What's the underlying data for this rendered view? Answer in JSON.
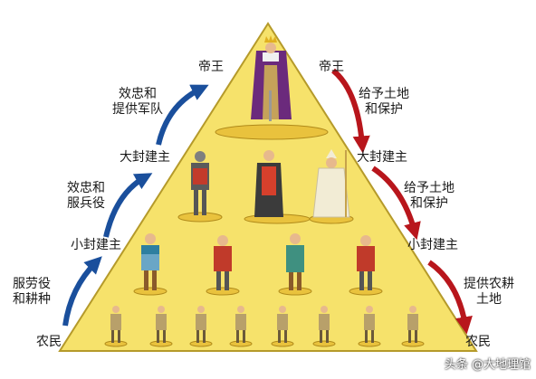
{
  "left_labels": {
    "king": "帝王",
    "great_lords": "大封建主",
    "small_lords": "小封建主",
    "peasants": "农民"
  },
  "right_labels": {
    "king": "帝王",
    "great_lords": "大封建主",
    "small_lords": "小封建主",
    "peasants": "农民"
  },
  "left_arrows": {
    "peasants_to_small": [
      "服劳役",
      "和耕种"
    ],
    "small_to_great": [
      "效忠和",
      "服兵役"
    ],
    "great_to_king": [
      "效忠和",
      "提供军队"
    ]
  },
  "right_arrows": {
    "king_to_great": [
      "给予土地",
      "和保护"
    ],
    "great_to_small": [
      "给予土地",
      "和保护"
    ],
    "small_to_peasants": [
      "提供农耕",
      "土地"
    ]
  },
  "watermark": "头条 @大地理馆",
  "colors": {
    "pyramid_fill": "#f6e26b",
    "pyramid_edge": "#b59a2a",
    "left_arrow": "#1a4f9c",
    "right_arrow": "#b8161c"
  }
}
